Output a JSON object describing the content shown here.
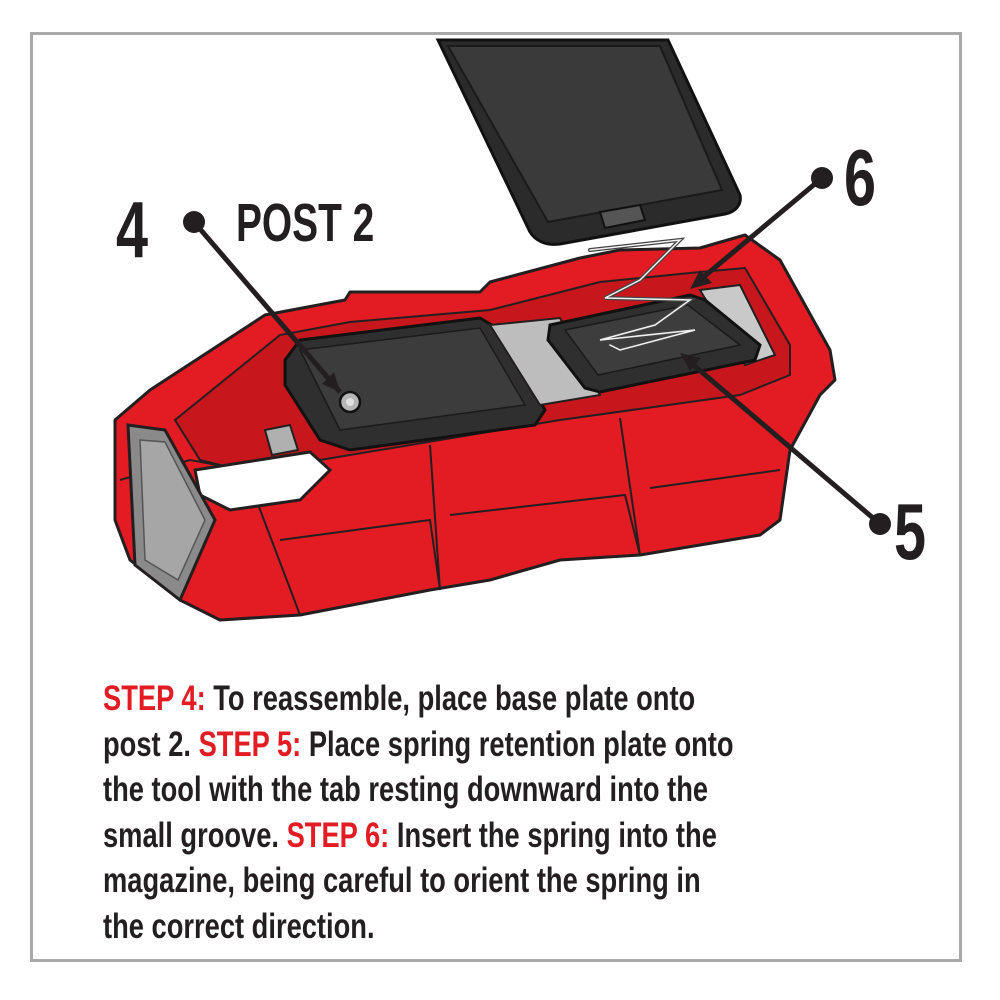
{
  "callouts": {
    "num_4": "4",
    "post_label": "POST 2",
    "num_5": "5",
    "num_6": "6"
  },
  "instructions": {
    "line1_label": "STEP 4:",
    "line1_text": " To reassemble, place base plate onto",
    "line2_text": "post 2. ",
    "line2_label": "STEP 5:",
    "line2_text_b": " Place spring retention plate onto",
    "line3_text": "the tool with the tab resting downward into the",
    "line4_text": "small groove. ",
    "line4_label": "STEP 6:",
    "line4_text_b": " Insert the spring into the",
    "line5_text": "magazine, being careful to orient the spring in",
    "line6_text": "the correct direction."
  },
  "colors": {
    "tool_red": "#e31b23",
    "step_red": "#e31b23",
    "ink": "#231f20",
    "frame_gray": "#a9a9a9"
  }
}
